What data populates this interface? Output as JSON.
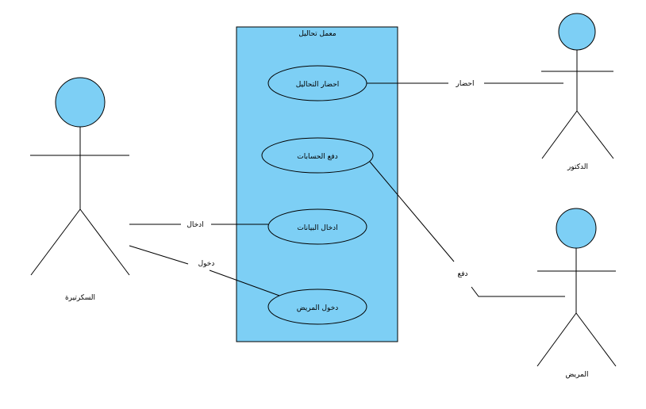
{
  "system": {
    "title": "معمل تحاليل",
    "fill": "#7dcff5"
  },
  "actors": {
    "secretary": {
      "label": "السكرتيرة"
    },
    "doctor": {
      "label": "الدكتور"
    },
    "patient": {
      "label": "المريض"
    }
  },
  "use_cases": {
    "bring_results": {
      "label": "احضار التحاليل"
    },
    "pay_accounts": {
      "label": "دفع الحسابات"
    },
    "enter_data": {
      "label": "ادخال البيانات"
    },
    "patient_entry": {
      "label": "دخول المريض"
    }
  },
  "associations": {
    "doctor_bring": {
      "label": "احضار"
    },
    "patient_pay": {
      "label": "دفع"
    },
    "secretary_enter": {
      "label": "ادخال"
    },
    "secretary_patient_entry": {
      "label": "دخول"
    }
  },
  "colors": {
    "actor_head": "#7dcff5",
    "use_case_fill": "#7dcff5",
    "stroke": "#000000"
  }
}
